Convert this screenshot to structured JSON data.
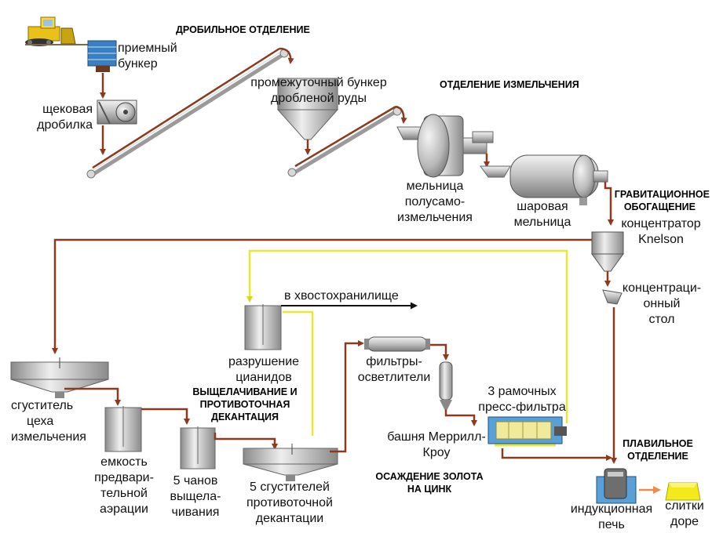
{
  "sections": {
    "crushing": "ДРОБИЛЬНОЕ ОТДЕЛЕНИЕ",
    "grinding": "ОТДЕЛЕНИЕ ИЗМЕЛЬЧЕНИЯ",
    "gravity_1": "ГРАВИТАЦИОННОЕ",
    "gravity_2": "ОБОГАЩЕНИЕ",
    "leaching_1": "ВЫЩЕЛАЧИВАНИЕ И",
    "leaching_2": "ПРОТИВОТОЧНАЯ",
    "leaching_3": "ДЕКАНТАЦИЯ",
    "zinc_1": "ОСАЖДЕНИЕ ЗОЛОТА",
    "zinc_2": "НА ЦИНК",
    "smelting_1": "ПЛАВИЛЬНОЕ",
    "smelting_2": "ОТДЕЛЕНИЕ"
  },
  "labels": {
    "receiving_hopper": [
      "приемный",
      "бункер"
    ],
    "jaw_crusher": [
      "щековая",
      "дробилка"
    ],
    "intermediate_bin": [
      "промежуточный бункер",
      "дробленой руды"
    ],
    "sag_mill": [
      "мельница",
      "полусамо-",
      "измельчения"
    ],
    "ball_mill": [
      "шаровая",
      "мельница"
    ],
    "knelson": [
      "концентратор",
      "Knelson"
    ],
    "shaking_table": [
      "концентраци-",
      "онный",
      "стол"
    ],
    "tailings": "в хвостохранилище",
    "cyanide_destruction": [
      "разрушение",
      "цианидов"
    ],
    "clarifier_filters": [
      "фильтры-",
      "осветлители"
    ],
    "press_filters": [
      "3 рамочных",
      "пресс-фильтра"
    ],
    "merrill_crowe": [
      "башня Меррилл-",
      "Кроу"
    ],
    "thickener": [
      "сгуститель",
      "цеха",
      "измельчения"
    ],
    "aeration_tank": [
      "емкость",
      "предвари-",
      "тельной",
      "аэрации"
    ],
    "leach_tanks": [
      "5 чанов",
      "выщела-",
      "чивания"
    ],
    "ccd_thickeners": [
      "5 сгустителей",
      "противоточной",
      "декантации"
    ],
    "induction_furnace": [
      "индукционная",
      "печь"
    ],
    "dore_bars": [
      "слитки",
      "доре"
    ]
  },
  "colors": {
    "flow": "#8b3a1e",
    "solution": "#e8e836",
    "tailings": "#111111",
    "furnace_arrow": "#f08a4b",
    "equipment": "#bdbdbd",
    "hopper_blue": "#3a7fc1",
    "dore": "#f2ea1c",
    "bulldozer": "#e8c21a"
  }
}
